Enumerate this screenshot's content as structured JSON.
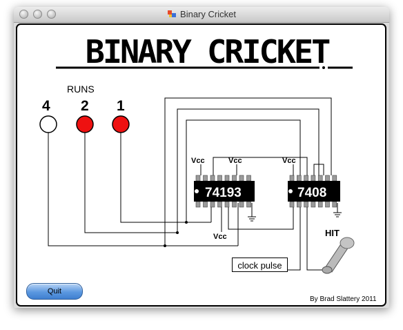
{
  "window": {
    "title": "Binary Cricket",
    "buttons": [
      "close",
      "minimize",
      "zoom"
    ]
  },
  "banner": {
    "text": "BINARY CRICKET"
  },
  "runs": {
    "label": "RUNS",
    "lamps": [
      {
        "value": "4",
        "state": "off",
        "color": "#ffffff"
      },
      {
        "value": "2",
        "state": "on",
        "color": "#ee1111"
      },
      {
        "value": "1",
        "state": "on",
        "color": "#ee1111"
      }
    ]
  },
  "chips": {
    "counter": {
      "label": "74193",
      "vcc_label": "Vcc",
      "vcc_bottom_label": "Vcc"
    },
    "and_gate": {
      "label": "7408",
      "vcc_label": "Vcc"
    },
    "counter_vcc2_label": "Vcc"
  },
  "controls": {
    "hit_label": "HIT",
    "clock_pulse_label": "clock pulse",
    "quit_label": "Quit"
  },
  "credit": "By Brad Slattery 2011",
  "colors": {
    "lamp_on": "#ee1111",
    "lamp_off": "#ffffff",
    "quit_button": "#5b98e0",
    "wire": "#000000"
  }
}
